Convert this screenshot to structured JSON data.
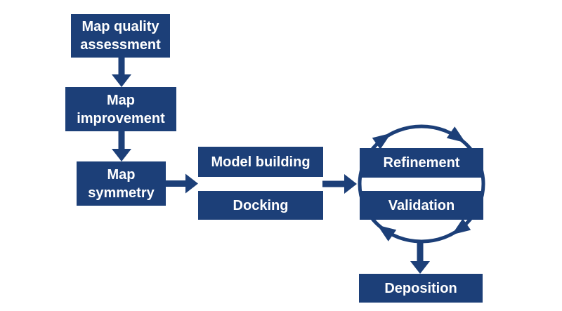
{
  "diagram": {
    "type": "flowchart",
    "colors": {
      "node_fill": "#1C3F78",
      "arrow": "#1C3F78",
      "node_text": "#FFFFFF",
      "background": "#FFFFFF"
    },
    "nodes": [
      {
        "id": "map-quality-assessment",
        "label": "Map quality\nassessment"
      },
      {
        "id": "map-improvement",
        "label": "Map\nimprovement"
      },
      {
        "id": "map-symmetry",
        "label": "Map\nsymmetry"
      },
      {
        "id": "model-building",
        "label": "Model building"
      },
      {
        "id": "docking",
        "label": "Docking"
      },
      {
        "id": "refinement",
        "label": "Refinement"
      },
      {
        "id": "validation",
        "label": "Validation"
      },
      {
        "id": "deposition",
        "label": "Deposition"
      }
    ],
    "edges": [
      {
        "from": "map-quality-assessment",
        "to": "map-improvement",
        "style": "straight-arrow-down"
      },
      {
        "from": "map-improvement",
        "to": "map-symmetry",
        "style": "straight-arrow-down"
      },
      {
        "from": "map-symmetry",
        "to": "model-building / docking",
        "style": "straight-arrow-right"
      },
      {
        "from": "model-building / docking",
        "to": "refinement / validation",
        "style": "straight-arrow-right"
      },
      {
        "from": "refinement",
        "to": "validation",
        "style": "clockwise-cycle-ellipse-4-arrowheads"
      },
      {
        "from": "refinement / validation cycle",
        "to": "deposition",
        "style": "straight-arrow-down"
      }
    ]
  }
}
